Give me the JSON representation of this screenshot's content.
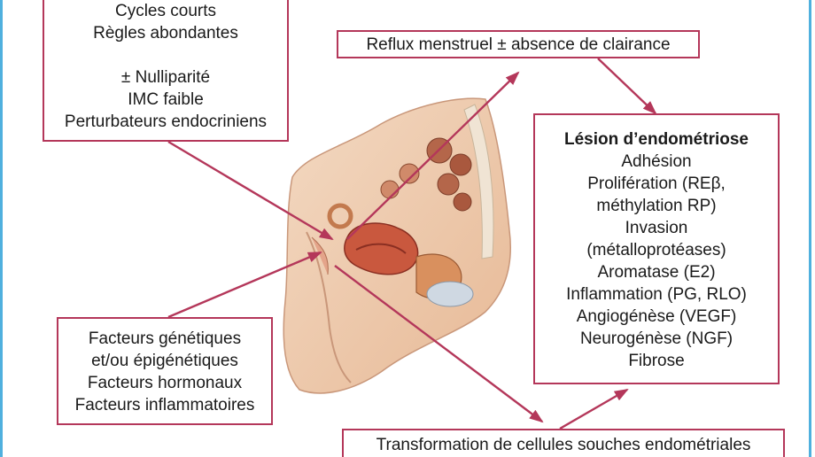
{
  "colors": {
    "frame": "#4fb0de",
    "box_border": "#b4375a",
    "arrow": "#b4375a",
    "text": "#1a1a1a"
  },
  "boxes": {
    "risk_factors": {
      "lines": [
        "Cycles courts",
        "Règles abondantes",
        "",
        "± Nulliparité",
        "IMC faible",
        "Perturbateurs endocriniens"
      ]
    },
    "reflux": {
      "lines": [
        "Reflux menstruel ± absence de clairance"
      ]
    },
    "lesion": {
      "title": "Lésion d’endométriose",
      "lines": [
        "Adhésion",
        "Prolifération (REβ,",
        "méthylation RP)",
        "Invasion",
        "(métalloprotéases)",
        "Aromatase (E2)",
        "Inflammation (PG, RLO)",
        "Angiogénèse (VEGF)",
        "Neurogénèse (NGF)",
        "Fibrose"
      ]
    },
    "factors": {
      "lines": [
        "Facteurs génétiques",
        "et/ou épigénétiques",
        "Facteurs hormonaux",
        "Facteurs inflammatoires"
      ]
    },
    "stem_cells": {
      "lines": [
        "Transformation de cellules souches endométriales"
      ]
    }
  }
}
